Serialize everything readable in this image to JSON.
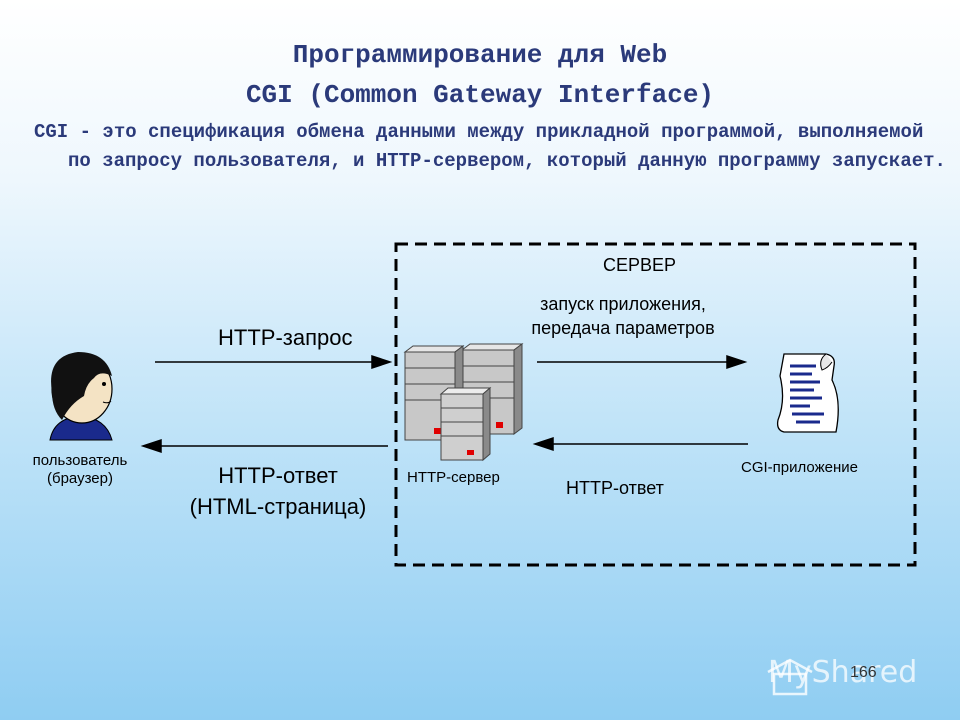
{
  "title_line1": "Программирование для Web",
  "title_line2": "CGI (Common Gateway Interface)",
  "definition": "CGI - это спецификация обмена данными между прикладной программой, выполняемой по запросу пользователя, и HTTP-сервером, который данную программу запускает.",
  "server_box_label": "СЕРВЕР",
  "user_label_line1": "пользователь",
  "user_label_line2": "(браузер)",
  "http_request": "HTTP-запрос",
  "http_response_line1": "HTTP-ответ",
  "http_response_line2": "(HTML-страница)",
  "launch_line1": "запуск приложения,",
  "launch_line2": "передача параметров",
  "http_server_label": "HTTP-сервер",
  "cgi_app_label": "CGI-приложение",
  "cgi_response": "HTTP-ответ",
  "page_number": "166",
  "watermark": "MyShared",
  "icons": [
    "user-icon",
    "server-icon",
    "document-icon",
    "watermark-icon"
  ]
}
